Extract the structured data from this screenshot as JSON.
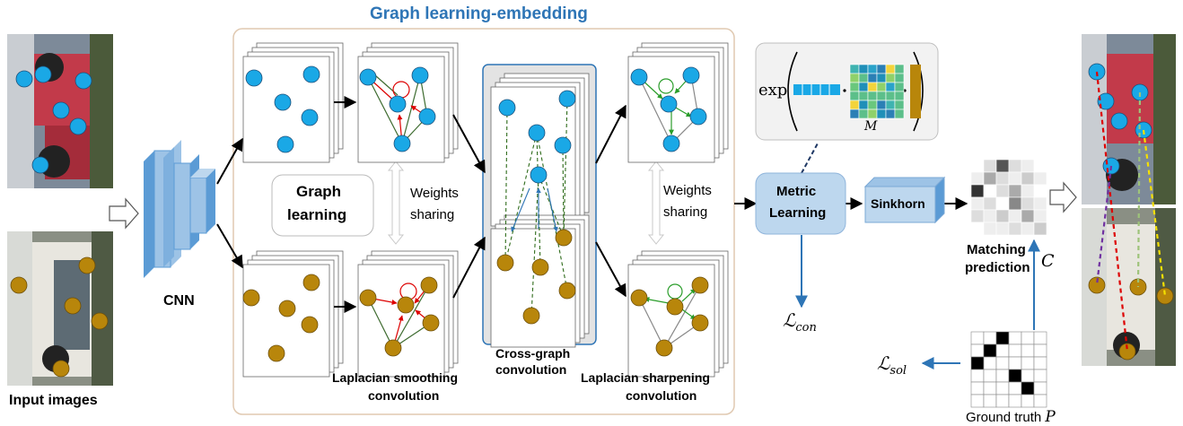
{
  "title": "Graph learning-embedding",
  "input_label": "Input images",
  "cnn_label": "CNN",
  "graph_learning": [
    "Graph",
    "learning"
  ],
  "weights_sharing": [
    "Weights",
    "sharing"
  ],
  "smoothing": [
    "Laplacian smoothing",
    "convolution"
  ],
  "cross_graph": [
    "Cross-graph",
    "convolution"
  ],
  "sharpening": [
    "Laplacian sharpening",
    "convolution"
  ],
  "metric": [
    "Metric",
    "Learning"
  ],
  "sinkhorn": "Sinkhorn",
  "matching": [
    "Matching",
    "prediction"
  ],
  "matching_symbol": "C",
  "exp_label": "exp",
  "m_label": "M",
  "loss_con": "ℒ",
  "loss_con_sub": "con",
  "loss_sol": "ℒ",
  "loss_sol_sub": "sol",
  "ground_truth": "Ground truth",
  "ground_truth_symbol": "P",
  "colors": {
    "blue_node": "#1aa8e6",
    "gold_node": "#b8860b",
    "title_blue": "#2e75b6",
    "box_blue": "#bdd7ee",
    "arrow_blue": "#2e75b6"
  }
}
